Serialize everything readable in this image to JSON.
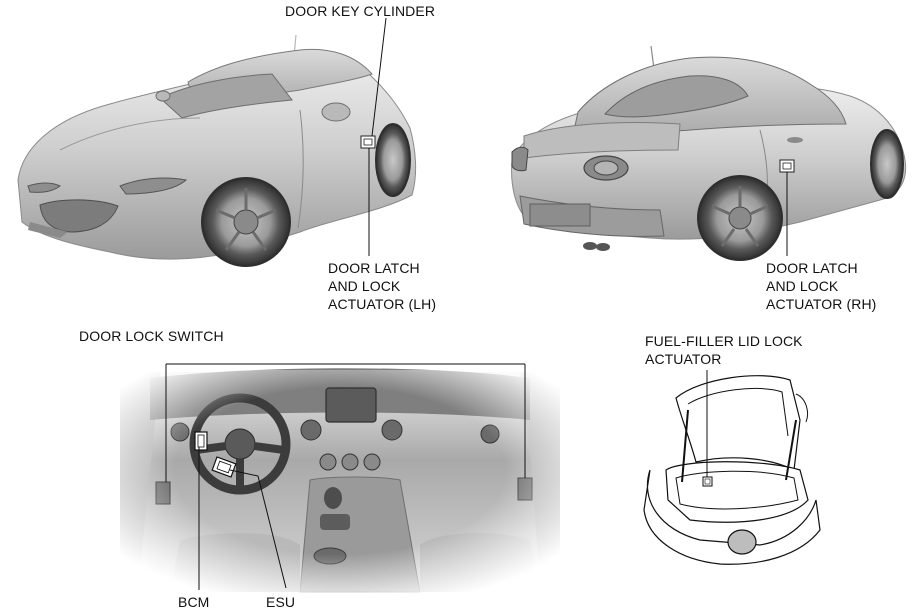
{
  "labels": {
    "door_key_cylinder": "DOOR KEY CYLINDER",
    "door_latch_lh": [
      "DOOR LATCH",
      "AND LOCK",
      "ACTUATOR (LH)"
    ],
    "door_latch_rh": [
      "DOOR LATCH",
      "AND LOCK",
      "ACTUATOR (RH)"
    ],
    "door_lock_switch": "DOOR LOCK SWITCH",
    "fuel_filler": [
      "FUEL-FILLER LID LOCK",
      "ACTUATOR"
    ],
    "bcm": "BCM",
    "esu": "ESU"
  }
}
